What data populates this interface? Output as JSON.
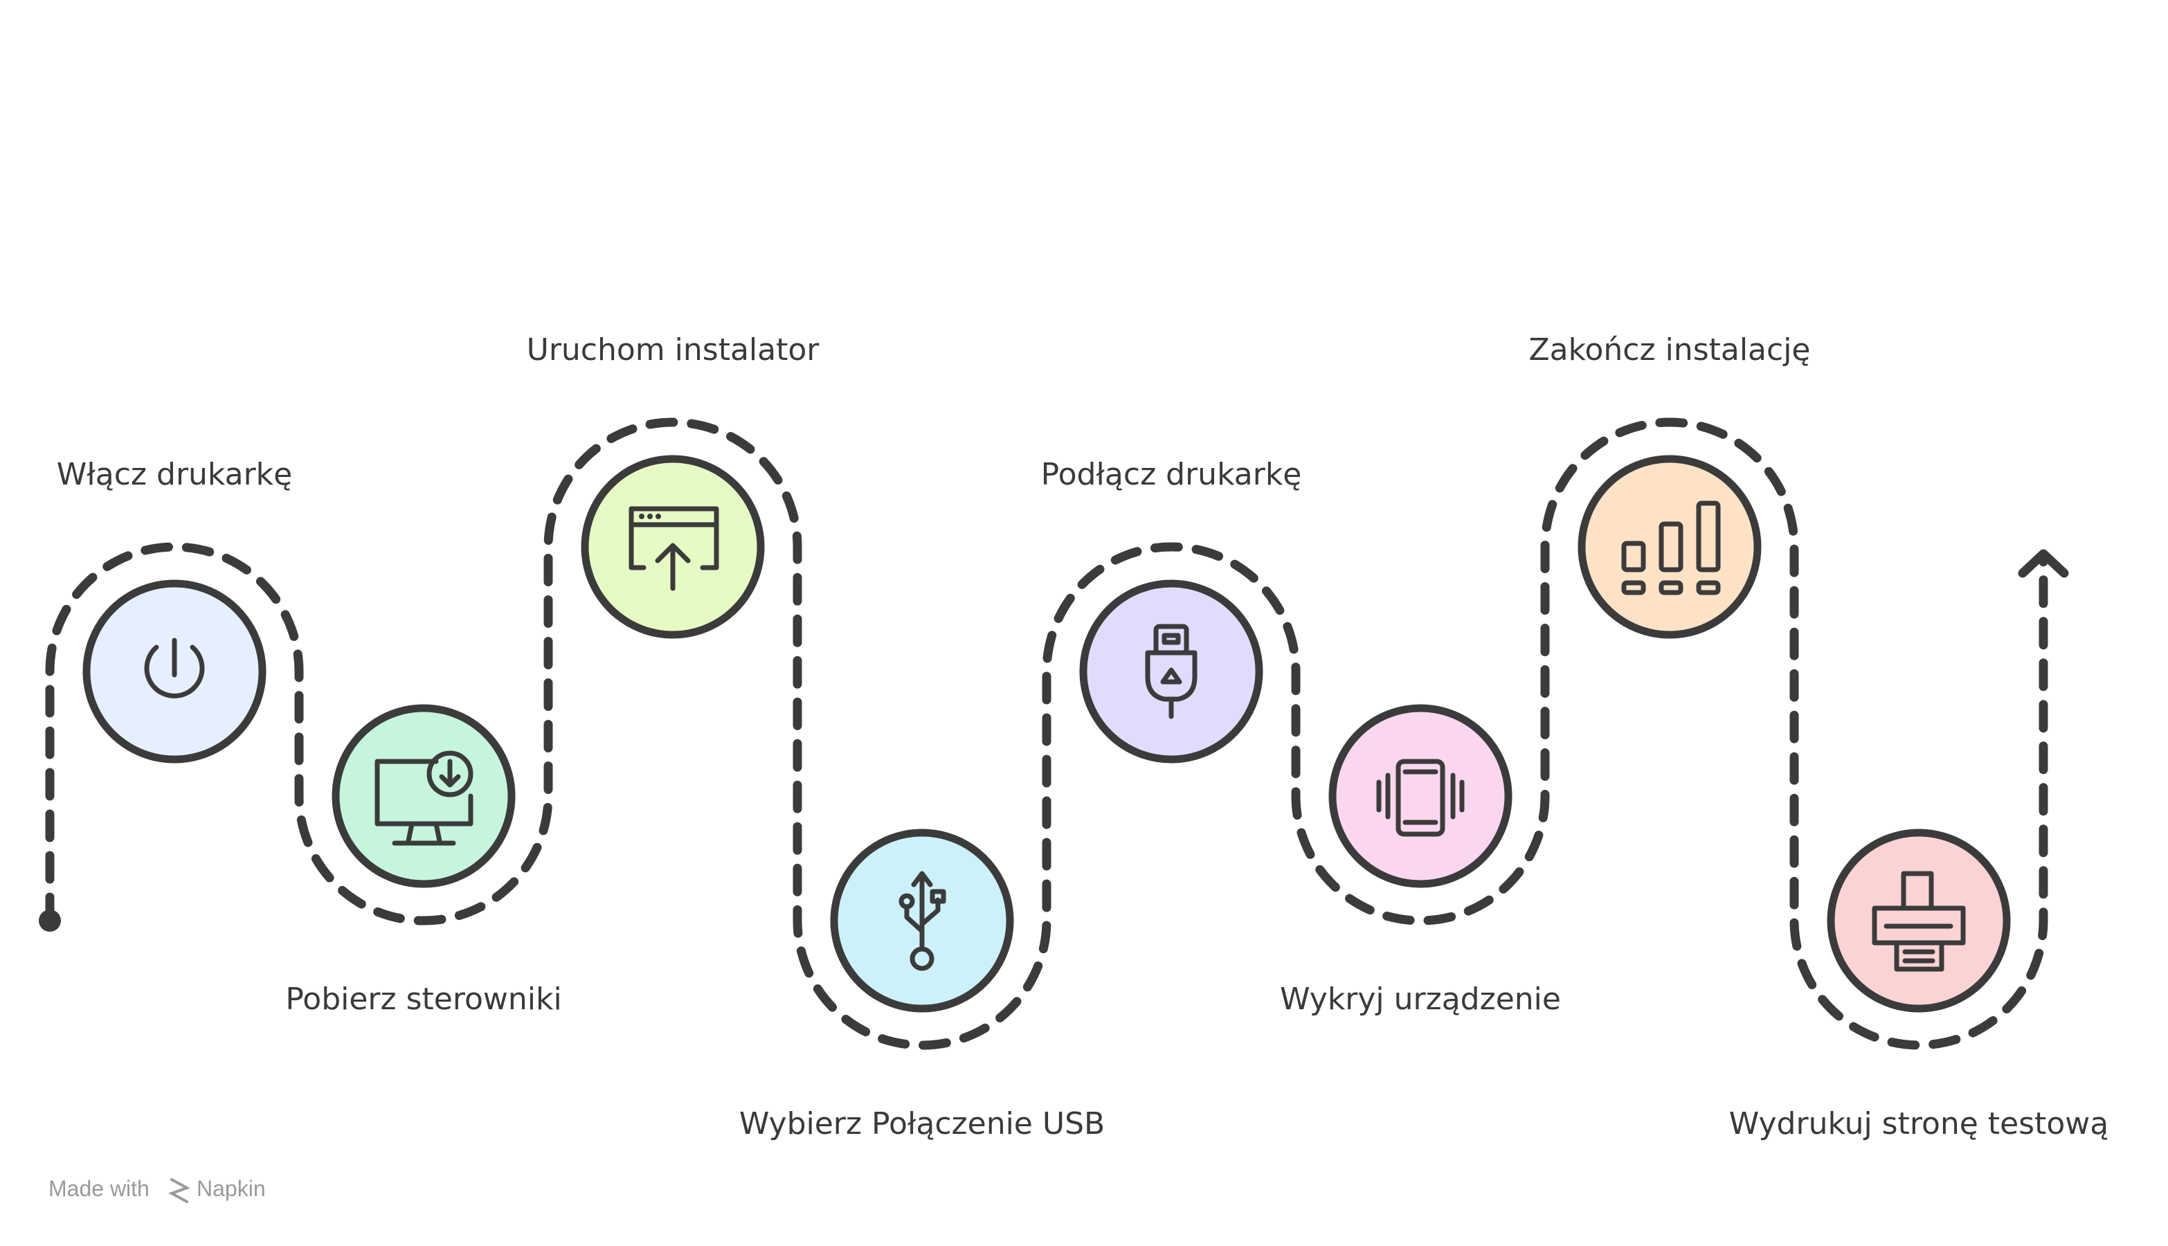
{
  "steps": [
    {
      "label": "Włącz drukarkę",
      "icon": "power-icon",
      "color": "#e6efff"
    },
    {
      "label": "Pobierz sterowniki",
      "icon": "monitor-download-icon",
      "color": "#c5f5dc"
    },
    {
      "label": "Uruchom instalator",
      "icon": "window-upload-icon",
      "color": "#e6fbc4"
    },
    {
      "label": "Wybierz Połączenie USB",
      "icon": "usb-icon",
      "color": "#ccf1fb"
    },
    {
      "label": "Podłącz drukarkę",
      "icon": "usb-plug-icon",
      "color": "#e1dcfd"
    },
    {
      "label": "Wykryj urządzenie",
      "icon": "vibrating-phone-icon",
      "color": "#fbd6ef"
    },
    {
      "label": "Zakończ instalację",
      "icon": "bar-chart-icon",
      "color": "#fde2c6"
    },
    {
      "label": "Wydrukuj stronę testową",
      "icon": "printer-icon",
      "color": "#fbd3d4"
    }
  ],
  "watermark": {
    "made_with": "Made with",
    "brand": "Napkin"
  }
}
